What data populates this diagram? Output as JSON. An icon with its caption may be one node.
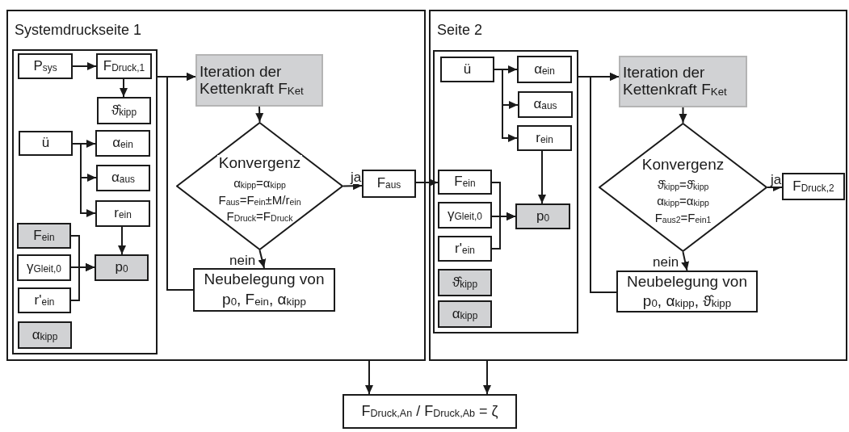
{
  "diagram": {
    "nodes": [
      {
        "text": [
          "Systemdruckseite 1"
        ]
      },
      {
        "text": [],
        "shape": "box",
        "in": 0
      },
      {
        "text": [
          "P$_{sys}$"
        ],
        "in": 1
      },
      {
        "text": [
          "F$_{Druck,1}$"
        ],
        "in": 1
      },
      {
        "text": [
          "ϑ̂$_{kipp}$"
        ],
        "in": 1
      },
      {
        "text": [
          "ü"
        ],
        "in": 1
      },
      {
        "text": [
          "α$_{ein}$"
        ],
        "in": 1
      },
      {
        "text": [
          "α$_{aus}$"
        ],
        "in": 1
      },
      {
        "text": [
          "r$_{ein}$"
        ],
        "in": 1
      },
      {
        "text": [
          "F$_{ein}$"
        ],
        "in": 1
      },
      {
        "text": [
          "γ$_{Gleit,0}$"
        ],
        "in": 1
      },
      {
        "text": [
          "r'$_{ein}$"
        ],
        "in": 1
      },
      {
        "text": [
          "p$_{0}$"
        ],
        "in": 1
      },
      {
        "text": [
          "α$_{kipp}$"
        ],
        "in": 1
      },
      {
        "text": [
          "Iteration der Kettenkraft F$_{Ket}$"
        ],
        "in": 0
      },
      {
        "text": [
          "Konvergenz",
          "α$_{kipp}$=α$_{kipp}$",
          "F$_{aus}$=F$_{ein}$±M/r$_{ein}$",
          "F$_{Druck}$=F$_{Druck}$"
        ],
        "in": 0
      },
      {
        "text": [
          "Neubelegung von",
          "p$_{0}$, F$_{ein}$, α$_{kipp}$"
        ],
        "in": 0
      },
      {
        "text": [
          "F$_{aus}$"
        ],
        "in": 0
      },
      {
        "text": [
          "Seite 2"
        ]
      },
      {
        "text": [],
        "shape": "box",
        "in": 18
      },
      {
        "text": [
          "ü"
        ],
        "in": 19
      },
      {
        "text": [
          "α$_{ein}$"
        ],
        "in": 19
      },
      {
        "text": [
          "α$_{aus}$"
        ],
        "in": 19
      },
      {
        "text": [
          "r$_{ein}$"
        ],
        "in": 19
      },
      {
        "text": [
          "F$_{ein}$"
        ],
        "in": 19
      },
      {
        "text": [
          "γ$_{Gleit,0}$"
        ],
        "in": 19
      },
      {
        "text": [
          "r'$_{ein}$"
        ],
        "in": 19
      },
      {
        "text": [
          "p$_{0}$"
        ],
        "in": 19
      },
      {
        "text": [
          "ϑ̂$_{kipp}$"
        ],
        "in": 19
      },
      {
        "text": [
          "α$_{kipp}$"
        ],
        "in": 19
      },
      {
        "text": [
          "Iteration der Kettenkraft F$_{Ket}$"
        ],
        "in": 18
      },
      {
        "text": [
          "Konvergenz",
          "ϑ̂$_{kipp}$=ϑ̂$_{kipp}$",
          "α$_{kipp}$=α$_{kipp}$",
          "F$_{aus2}$=F$_{ein1}$"
        ],
        "in": 18
      },
      {
        "text": [
          "Neubelegung von",
          "p$_{0}$, α$_{kipp}$, ϑ̂$_{kipp}$"
        ],
        "in": 18
      },
      {
        "text": [
          "F$_{Druck,2}$"
        ],
        "in": 18
      },
      {
        "text": [
          "F$_{Druck,An}$ / F$_{Druck,Ab}$ = ζ"
        ]
      }
    ],
    "edges": [
      {
        "from": 2,
        "to": 3,
        "arrow": "to"
      },
      {
        "from": 3,
        "to": 4,
        "arrow": "to"
      },
      {
        "from": 5,
        "to": 6,
        "arrow": "to"
      },
      {
        "from": 5,
        "to": 7,
        "arrow": "to"
      },
      {
        "from": 5,
        "to": 8,
        "arrow": "to"
      },
      {
        "from": 8,
        "to": 12,
        "arrow": "to"
      },
      {
        "from": 9,
        "to": 12,
        "arrow": "to"
      },
      {
        "from": 10,
        "to": 12,
        "arrow": "to"
      },
      {
        "from": 11,
        "to": 12,
        "arrow": "to"
      },
      {
        "from": 1,
        "to": 14,
        "arrow": "to"
      },
      {
        "from": 16,
        "to": 14,
        "arrow": "to"
      },
      {
        "from": 14,
        "to": 15,
        "arrow": "to"
      },
      {
        "from": 15,
        "to": 16,
        "arrow": "to",
        "label": "nein"
      },
      {
        "from": 15,
        "to": 17,
        "arrow": "to",
        "label": "ja"
      },
      {
        "from": 17,
        "to": 24,
        "arrow": "to"
      },
      {
        "from": 20,
        "to": 21,
        "arrow": "to"
      },
      {
        "from": 20,
        "to": 22,
        "arrow": "to"
      },
      {
        "from": 20,
        "to": 23,
        "arrow": "to"
      },
      {
        "from": 23,
        "to": 27,
        "arrow": "to"
      },
      {
        "from": 24,
        "to": 27,
        "arrow": "to"
      },
      {
        "from": 25,
        "to": 27,
        "arrow": "to"
      },
      {
        "from": 26,
        "to": 27,
        "arrow": "to"
      },
      {
        "from": 19,
        "to": 30,
        "arrow": "to"
      },
      {
        "from": 32,
        "to": 30,
        "arrow": "to"
      },
      {
        "from": 30,
        "to": 31,
        "arrow": "to"
      },
      {
        "from": 31,
        "to": 32,
        "arrow": "to",
        "label": "nein"
      },
      {
        "from": 31,
        "to": 33,
        "arrow": "to",
        "label": "ja"
      },
      {
        "from": 0,
        "to": 34,
        "arrow": "to"
      },
      {
        "from": 18,
        "to": 34,
        "arrow": "to"
      }
    ]
  }
}
